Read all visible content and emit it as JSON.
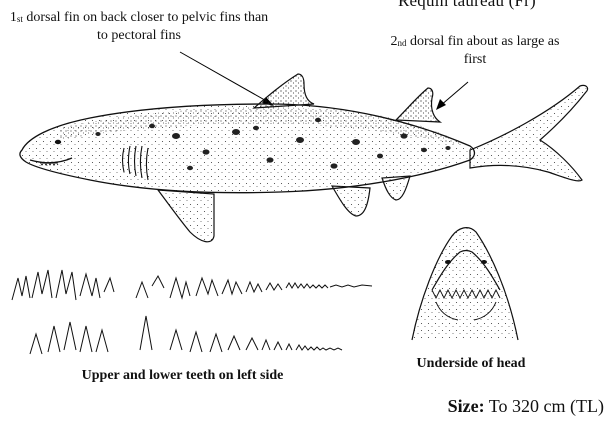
{
  "header": {
    "common_name_fragment": "Requin taureau (Fr)"
  },
  "annotations": {
    "dorsal1": {
      "ordinal": "1",
      "suffix": "st",
      "text": " dorsal fin on back closer to pelvic fins than to pectoral fins"
    },
    "dorsal2": {
      "ordinal": "2",
      "suffix": "nd",
      "text": " dorsal fin about as large as first"
    }
  },
  "captions": {
    "teeth": "Upper and lower teeth on left side",
    "head": "Underside of head"
  },
  "size": {
    "label": "Size:",
    "value": " To 320 cm (TL)"
  }
}
